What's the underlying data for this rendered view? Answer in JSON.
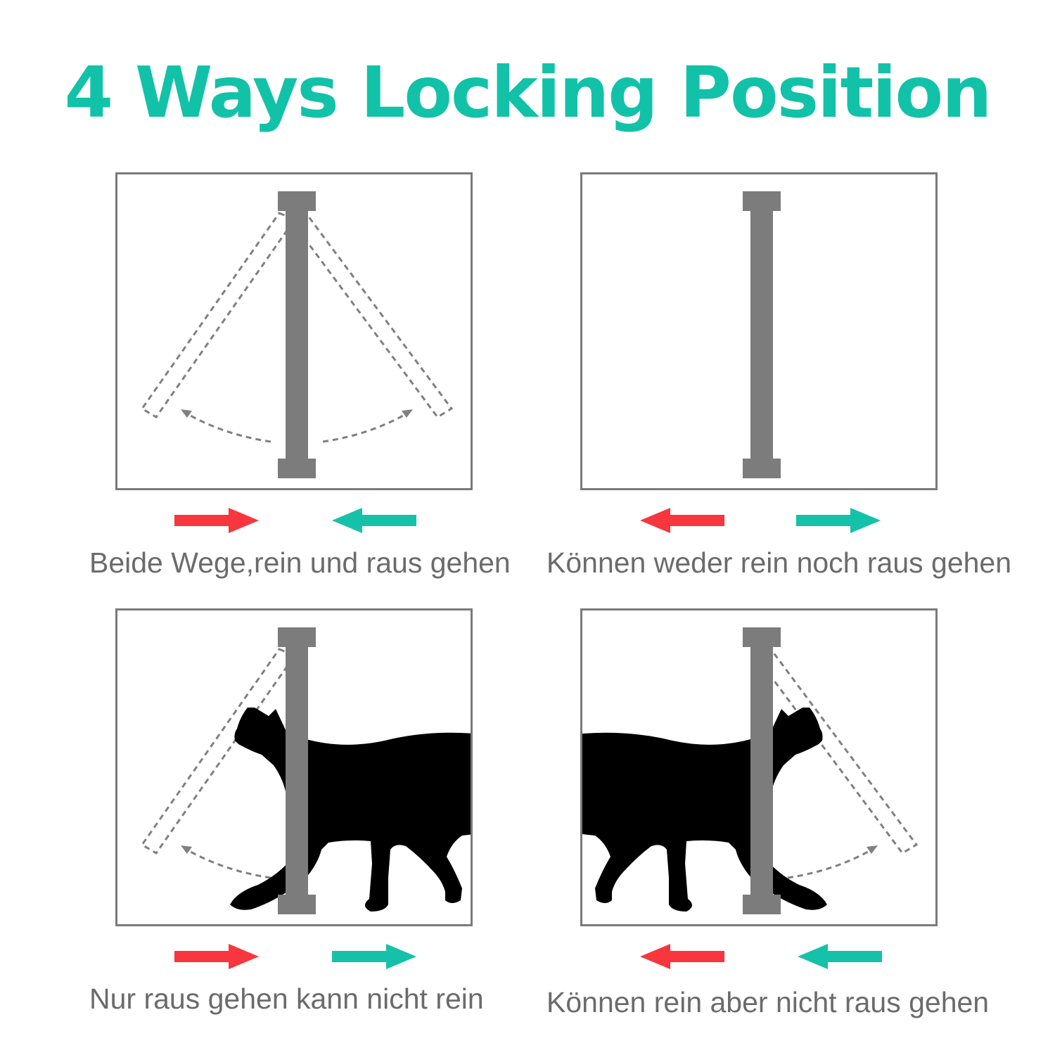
{
  "title": "4 Ways Locking Position",
  "colors": {
    "title": "#11c2a8",
    "red_arrow": "#f7363d",
    "teal_arrow": "#16c1a9",
    "flap": "#7c7c7c",
    "caption": "#6b6b6b",
    "cat": "#000000"
  },
  "panels": [
    {
      "caption": "Beide Wege,rein und raus gehen",
      "arrows": [
        {
          "color": "red",
          "direction": "right"
        },
        {
          "color": "teal",
          "direction": "left"
        }
      ],
      "swing": [
        "left",
        "right"
      ],
      "cat": "none"
    },
    {
      "caption": "Können weder rein noch raus gehen",
      "arrows": [
        {
          "color": "red",
          "direction": "left"
        },
        {
          "color": "teal",
          "direction": "right"
        }
      ],
      "swing": [],
      "cat": "none"
    },
    {
      "caption": "Nur raus gehen kann nicht rein",
      "arrows": [
        {
          "color": "red",
          "direction": "right"
        },
        {
          "color": "teal",
          "direction": "right"
        }
      ],
      "swing": [
        "left"
      ],
      "cat": "walking-left"
    },
    {
      "caption": "Können rein aber nicht raus gehen",
      "arrows": [
        {
          "color": "red",
          "direction": "left"
        },
        {
          "color": "teal",
          "direction": "left"
        }
      ],
      "swing": [
        "right"
      ],
      "cat": "walking-right"
    }
  ]
}
